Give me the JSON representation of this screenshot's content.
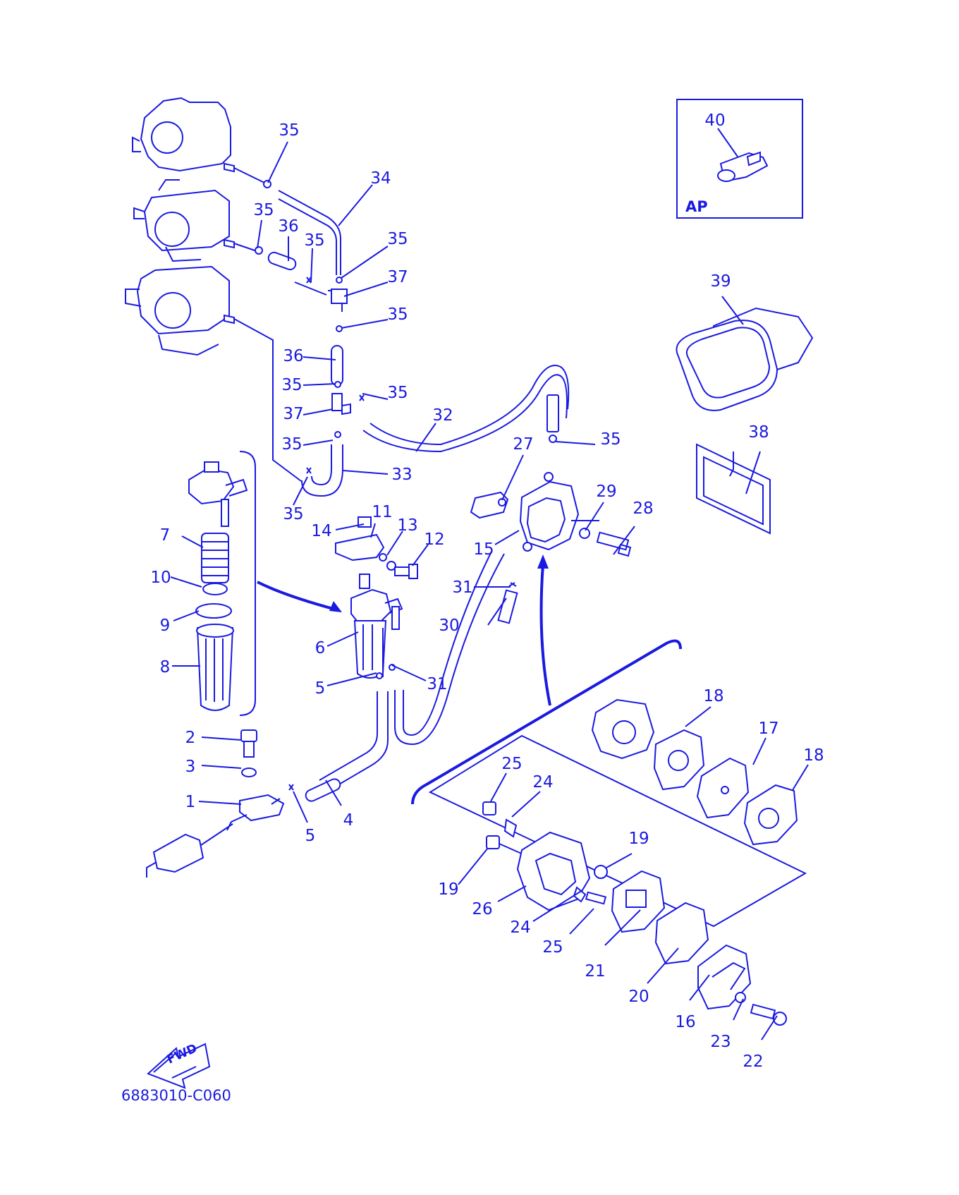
{
  "colors": {
    "line": "#1a1ae0",
    "background": "#ffffff"
  },
  "callouts": {
    "c35a": "35",
    "c34": "34",
    "c35b": "35",
    "c36a": "36",
    "c35c": "35",
    "c35d": "35",
    "c37a": "37",
    "c35e": "35",
    "c36b": "36",
    "c35f": "35",
    "c35g": "35",
    "c37b": "37",
    "c32": "32",
    "c35h": "35",
    "c33": "33",
    "c35i": "35",
    "c27": "27",
    "c35j": "35",
    "c29": "29",
    "c28": "28",
    "c15": "15",
    "c11": "11",
    "c14": "14",
    "c13": "13",
    "c12": "12",
    "c7": "7",
    "c10": "10",
    "c9": "9",
    "c8": "8",
    "c6": "6",
    "c5a": "5",
    "c31a": "31",
    "c31b": "31",
    "c30": "30",
    "c2": "2",
    "c3": "3",
    "c1": "1",
    "c5b": "5",
    "c4": "4",
    "c40": "40",
    "c39": "39",
    "c38": "38",
    "c18a": "18",
    "c17": "17",
    "c18b": "18",
    "c25a": "25",
    "c24a": "24",
    "c19a": "19",
    "c19b": "19",
    "c26": "26",
    "c24b": "24",
    "c25b": "25",
    "c21": "21",
    "c20": "20",
    "c16": "16",
    "c23": "23",
    "c22": "22"
  },
  "inset_label": "AP",
  "fwd_label": "FWD",
  "diagram_code": "6883010-C060"
}
